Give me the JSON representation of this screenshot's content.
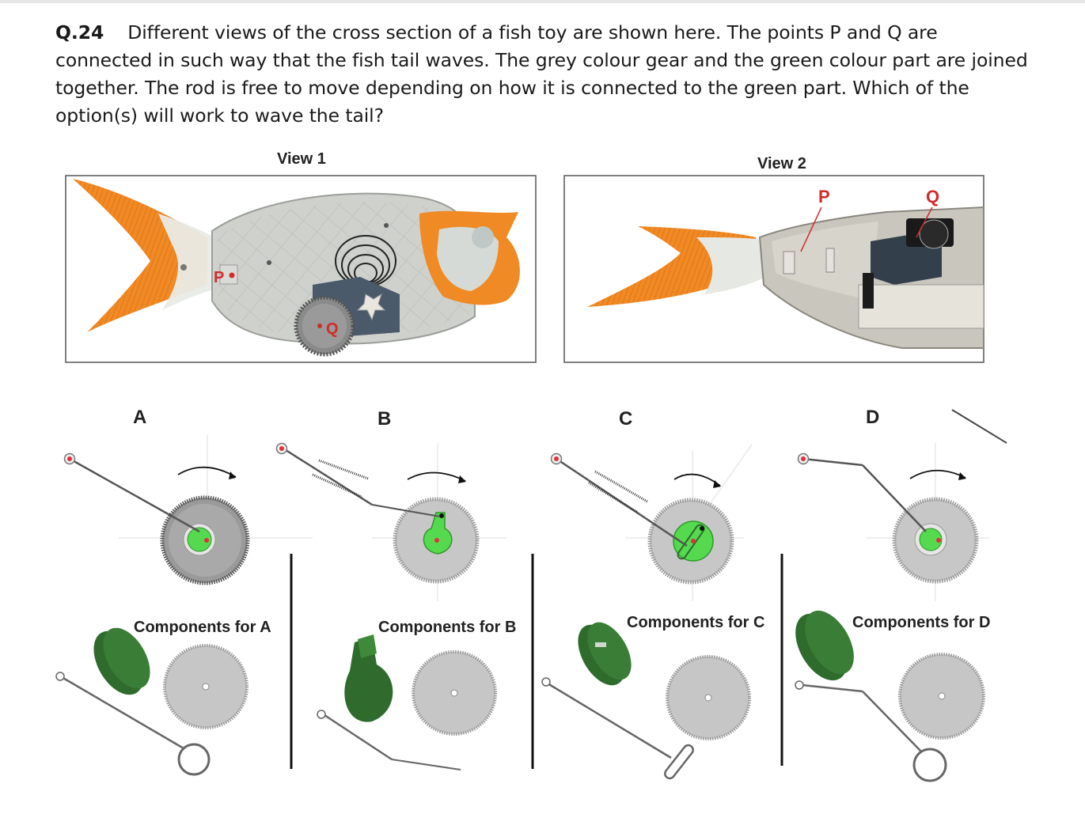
{
  "question": {
    "number": "Q.24",
    "text": "Different views of the cross section of a fish toy are shown here. The points P and Q are connected in such way that the fish tail waves. The grey colour gear and the green colour part are joined together. The rod is free to move depending on how it is connected to the green part. Which of the option(s) will work to wave the tail?"
  },
  "views": [
    {
      "label": "View 1",
      "points": [
        "P",
        "Q"
      ]
    },
    {
      "label": "View 2",
      "points": [
        "P",
        "Q"
      ]
    }
  ],
  "options": [
    {
      "letter": "A",
      "components_label": "Components for A"
    },
    {
      "letter": "B",
      "components_label": "Components for B"
    },
    {
      "letter": "C",
      "components_label": "Components for C"
    },
    {
      "letter": "D",
      "components_label": "Components for D"
    }
  ],
  "colors": {
    "fin_orange": "#f08a24",
    "body_grey": "#cfd1cc",
    "gear_grey": "#c4c4c4",
    "green_part": "#4fd14a",
    "dark_green": "#2f6b2c",
    "pivot_red": "#e0303a",
    "label_red": "#d22b2b"
  }
}
